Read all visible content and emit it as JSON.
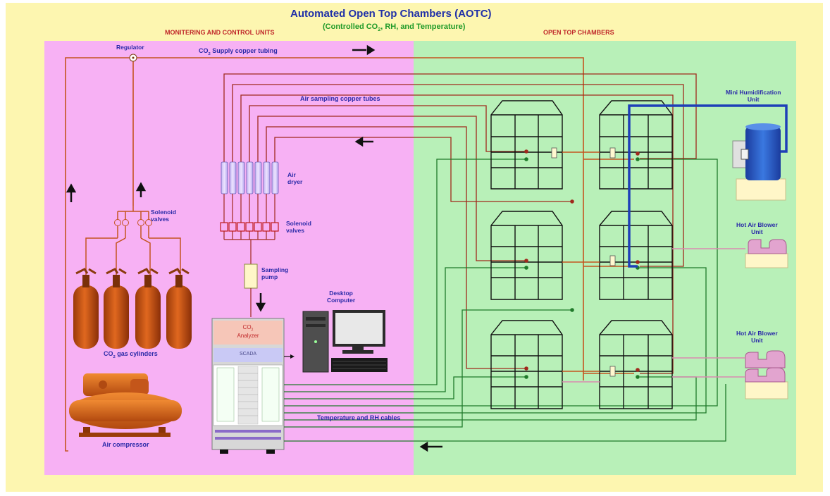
{
  "title": "Automated Open Top Chambers (AOTC)",
  "subtitle": {
    "prefix": "(Controlled CO",
    "sub": "2",
    "suffix": ", RH, and Temperature)"
  },
  "sections": {
    "left": "MONITERING AND CONTROL UNITS",
    "right": "OPEN TOP CHAMBERS"
  },
  "labels": {
    "regulator": "Regulator",
    "co2_supply": {
      "prefix": "CO",
      "sub": "2",
      "suffix": " Supply copper tubing"
    },
    "air_sampling": "Air sampling copper tubes",
    "air_dryer_1": "Air",
    "air_dryer_2": "dryer",
    "solenoid_left_1": "Solenoid",
    "solenoid_left_2": "valves",
    "solenoid_mid_1": "Solenoid",
    "solenoid_mid_2": "valves",
    "sampling_pump_1": "Sampling",
    "sampling_pump_2": "pump",
    "desktop_1": "Desktop",
    "desktop_2": "Computer",
    "co2_analyzer_1": {
      "prefix": "CO",
      "sub": "2",
      "suffix": ""
    },
    "co2_analyzer_2": "Analyzer",
    "scada": "SCADA",
    "cylinders": {
      "prefix": "CO",
      "sub": "2",
      "suffix": " gas cylinders"
    },
    "compressor": "Air compressor",
    "temp_rh": "Temperature and RH cables",
    "humidifier_1": "Mini Humidification",
    "humidifier_2": "Unit",
    "blower1_1": "Hot Air Blower",
    "blower1_2": "Unit",
    "blower2_1": "Hot Air Blower",
    "blower2_2": "Unit"
  },
  "colors": {
    "outer_bg": "#fdf6b0",
    "left_bg": "#f7b1f4",
    "right_bg": "#b8f0b8",
    "copper": "#c4541f",
    "sampling_tube": "#a0291c",
    "green_cable": "#1f7a2a",
    "blue_pipe": "#1e3fb8",
    "pink_line": "#d98ab0"
  }
}
